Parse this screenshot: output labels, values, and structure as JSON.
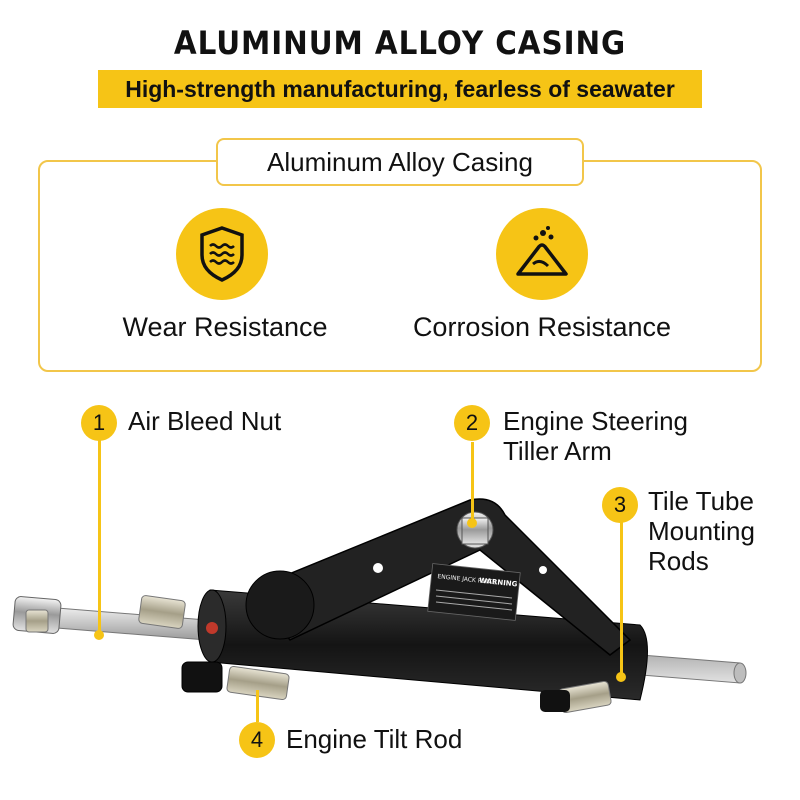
{
  "header": {
    "title": "ALUMINUM ALLOY CASING",
    "banner": "High-strength manufacturing, fearless of seawater"
  },
  "features": {
    "box_title": "Aluminum Alloy Casing",
    "items": [
      {
        "label": "Wear Resistance",
        "icon": "wear-shield-icon"
      },
      {
        "label": "Corrosion Resistance",
        "icon": "corrosion-pile-icon"
      }
    ]
  },
  "callouts": [
    {
      "number": "1",
      "lines": [
        "Air Bleed Nut"
      ]
    },
    {
      "number": "2",
      "lines": [
        "Engine Steering",
        "Tiller Arm"
      ]
    },
    {
      "number": "3",
      "lines": [
        "Tile Tube",
        "Mounting",
        "Rods"
      ]
    },
    {
      "number": "4",
      "lines": [
        "Engine Tilt Rod"
      ]
    }
  ],
  "product_plate": {
    "line1": "ENGINE JACK PLATE",
    "warning": "WARNING"
  },
  "colors": {
    "accent": "#f6c416",
    "border": "#f2c64a",
    "text": "#111111",
    "metal_dark": "#1c1c1c",
    "chrome": "#c8c8c8"
  }
}
